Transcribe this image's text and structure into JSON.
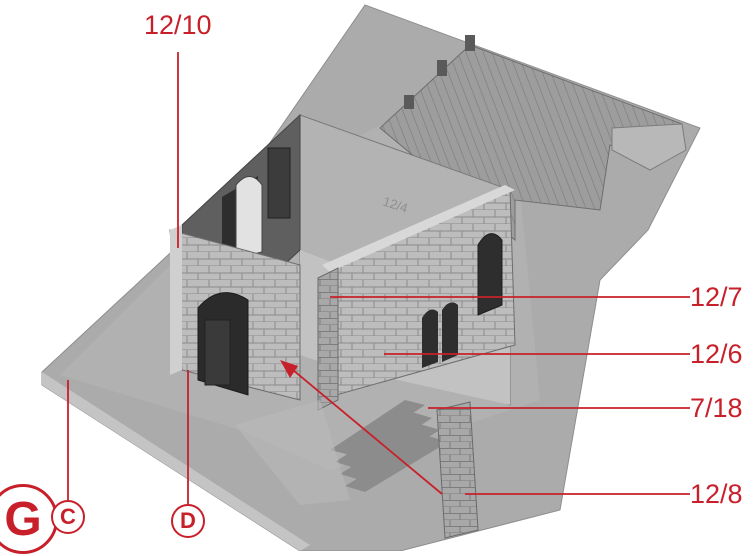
{
  "labels": {
    "top_part": "12/10",
    "right_part_1": "12/7",
    "right_part_2": "12/6",
    "right_part_3": "7/18",
    "right_part_4": "12/8",
    "step_big": "G",
    "circle_1": "C",
    "circle_2": "D",
    "wall_marking": "12/4"
  },
  "colors": {
    "callout": "#c8202a",
    "plastic": "#a9a9a9"
  }
}
